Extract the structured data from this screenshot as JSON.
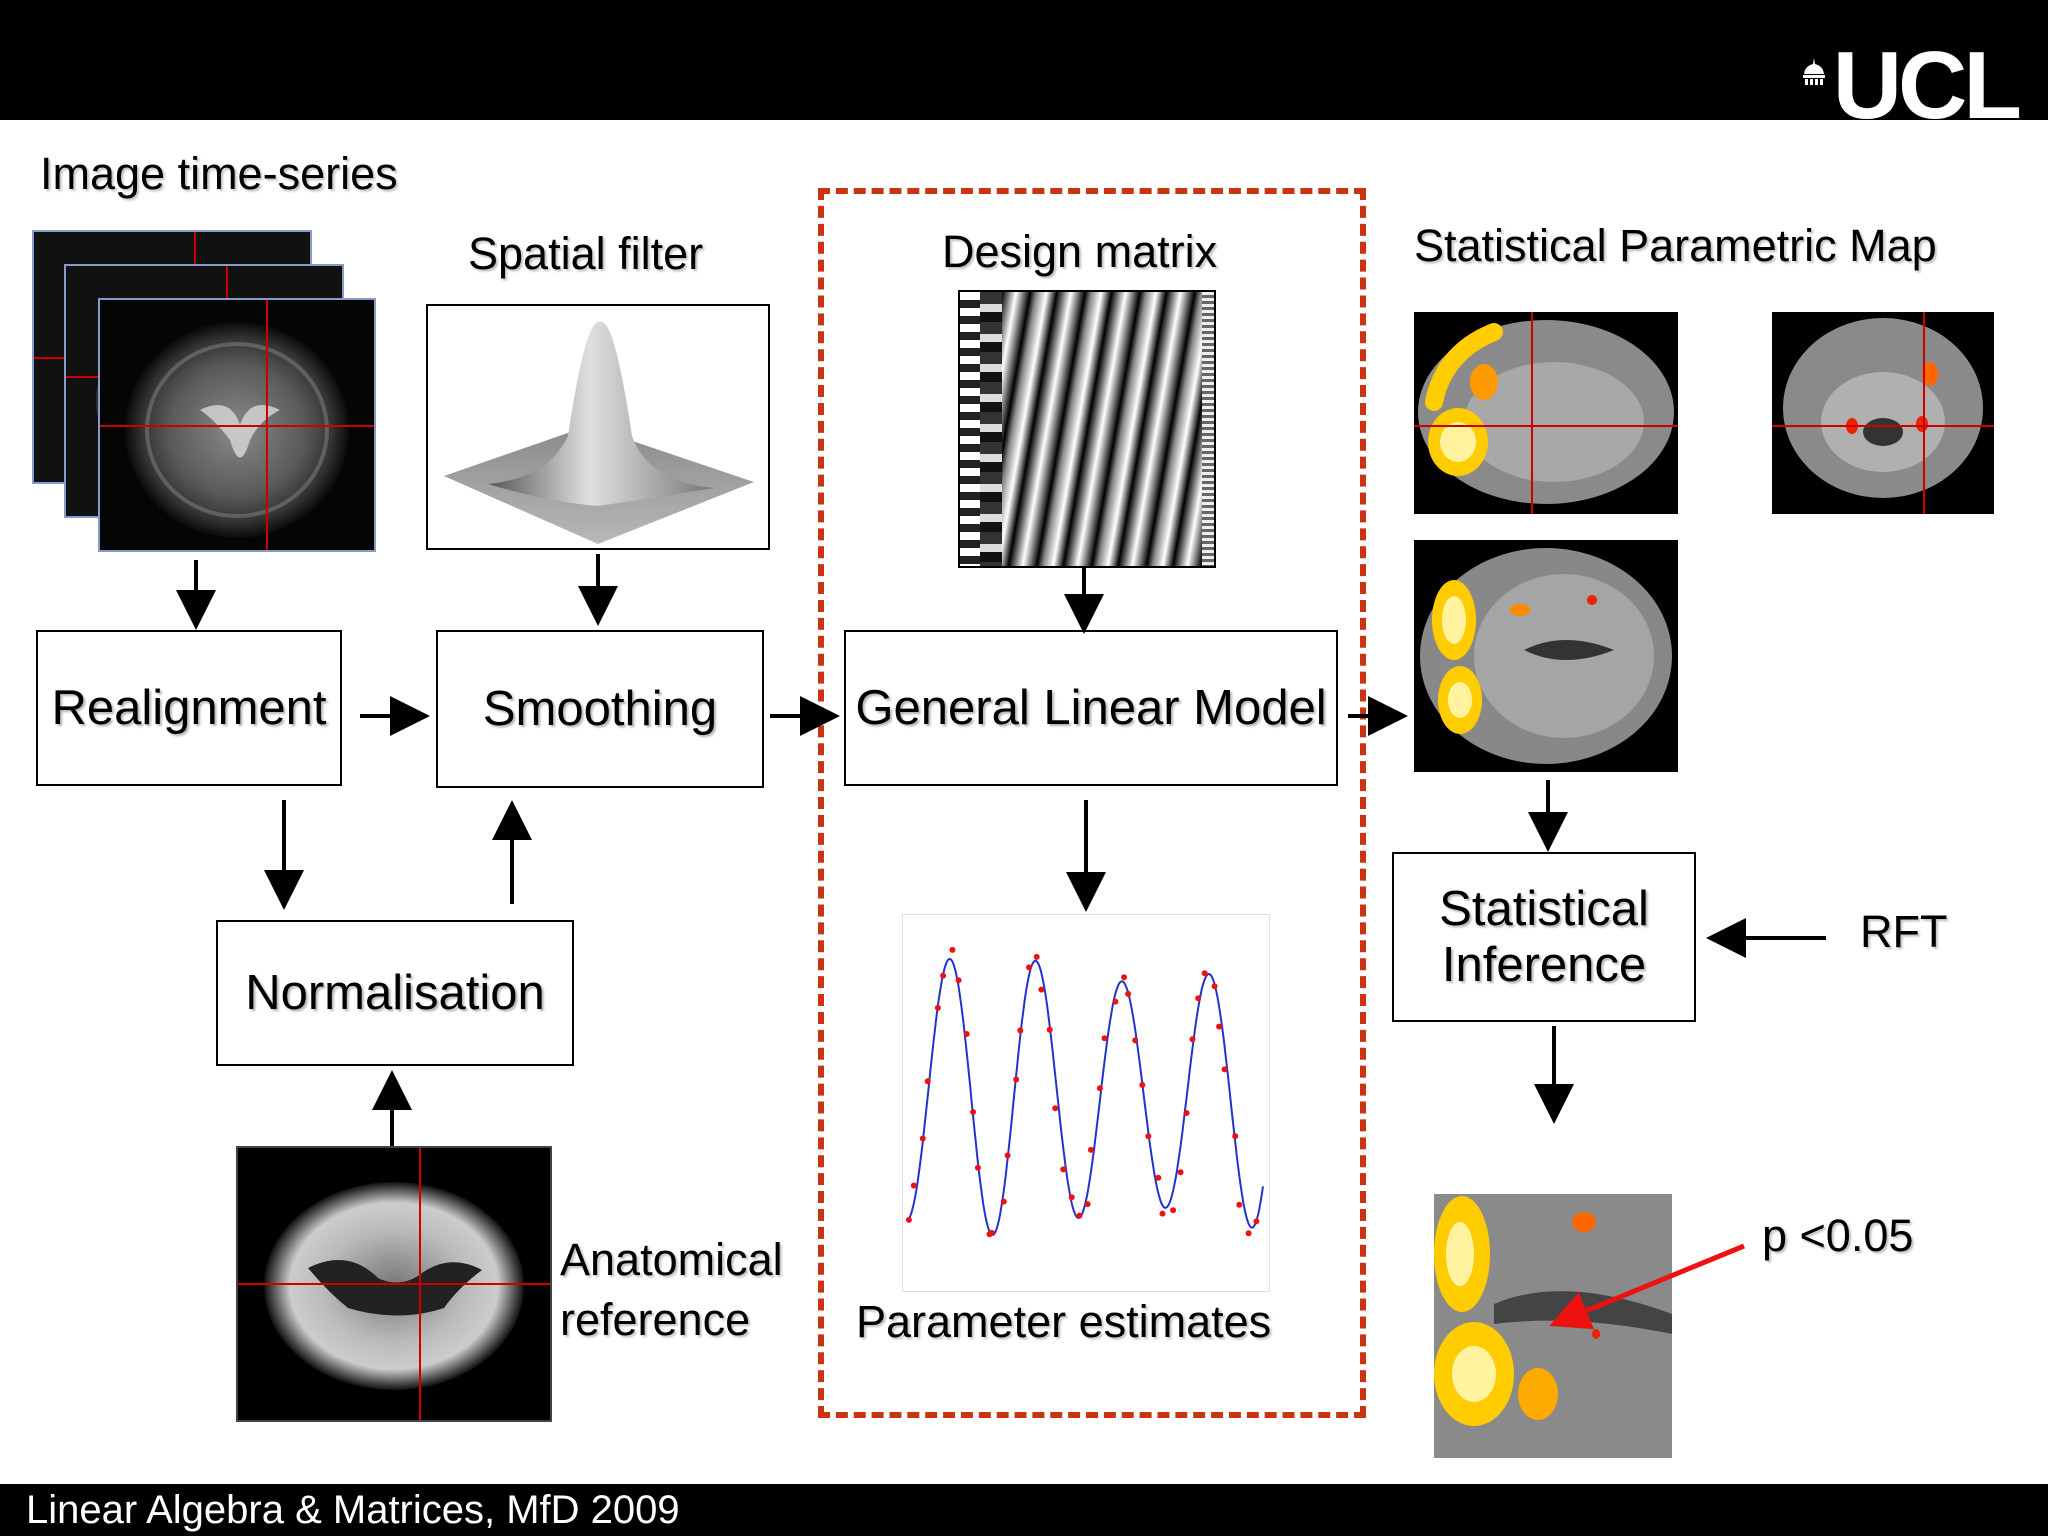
{
  "logo": {
    "text": "UCL"
  },
  "footer": {
    "text": "Linear Algebra & Matrices, MfD 2009"
  },
  "labels": {
    "image_time_series": "Image time-series",
    "spatial_filter": "Spatial filter",
    "design_matrix": "Design matrix",
    "spm": "Statistical Parametric Map",
    "anatomical_line1": "Anatomical",
    "anatomical_line2": "reference",
    "parameter_estimates": "Parameter estimates",
    "rft": "RFT",
    "p_value": "p <0.05"
  },
  "boxes": {
    "realignment": "Realignment",
    "smoothing": "Smoothing",
    "glm": "General Linear Model",
    "normalisation": "Normalisation",
    "inference_line1": "Statistical",
    "inference_line2": "Inference"
  },
  "colors": {
    "background": "#ffffff",
    "bars": "#000000",
    "dashed_border": "#cc3311",
    "activation": "#ffcc00",
    "crosshair": "#cc0000",
    "fit_line": "#2233cc",
    "data_points": "#ee1111"
  }
}
